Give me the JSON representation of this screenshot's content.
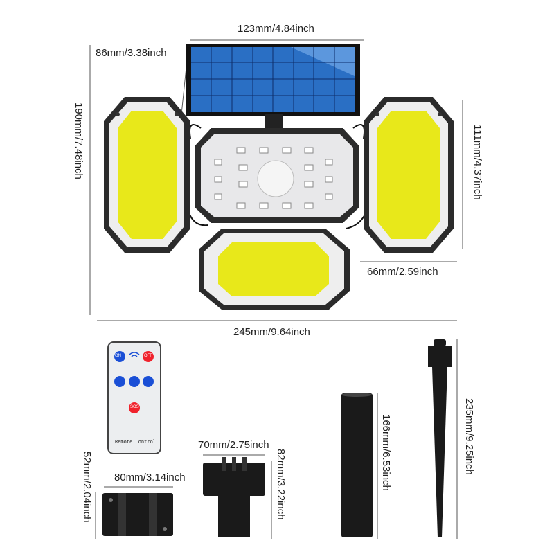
{
  "dimensions": {
    "panel_width": "123mm/4.84inch",
    "panel_height": "86mm/3.38inch",
    "total_height": "190mm/7.48inch",
    "side_lamp_height": "111mm/4.37inch",
    "side_lamp_width": "66mm/2.59inch",
    "total_width": "245mm/9.64inch",
    "bracket_width": "80mm/3.14inch",
    "bracket_height": "52mm/2.04inch",
    "mount_width": "70mm/2.75inch",
    "mount_height": "82mm/3.22inch",
    "tube_length": "166mm/6.53inch",
    "stake_length": "235mm/9.25inch"
  },
  "remote": {
    "on": "ON",
    "off": "OFF",
    "sos": "SOS",
    "label": "Remote Control"
  },
  "colors": {
    "lamp": "#e8e81a",
    "solar": "#2a6fc4",
    "remote_blue": "#1a4fd6",
    "remote_red": "#f0222c"
  }
}
